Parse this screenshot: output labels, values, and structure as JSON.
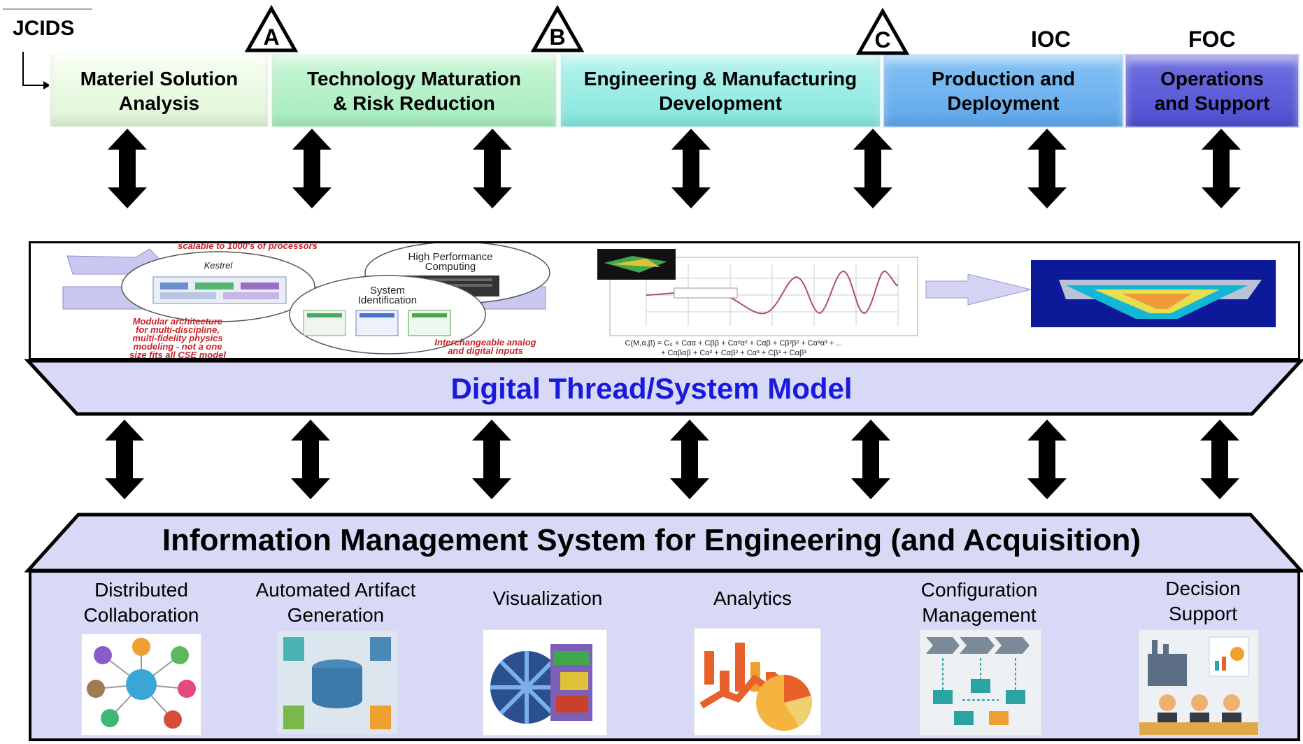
{
  "jcids": {
    "label": "JCIDS"
  },
  "phases": [
    {
      "id": "msa",
      "label": "Materiel Solution\nAnalysis"
    },
    {
      "id": "tmrr",
      "label": "Technology Maturation\n& Risk Reduction"
    },
    {
      "id": "emd",
      "label": "Engineering & Manufacturing\nDevelopment"
    },
    {
      "id": "pd",
      "label": "Production and\nDeployment"
    },
    {
      "id": "os",
      "label": "Operations\nand Support"
    }
  ],
  "milestones": {
    "a": "A",
    "b": "B",
    "c": "C",
    "ioc": "IOC",
    "foc": "FOC"
  },
  "model_panel": {
    "caption_top": "scalable to 1000's of processors",
    "kestrel": "Kestrel",
    "hpc": "High Performance\nComputing",
    "sysid": "System\nIdentification",
    "modular_note": "Modular architecture\nfor multi-discipline,\nmulti-fidelity physics\nmodeling - not a one\nsize fits all CSE model",
    "interchangeable_note": "Interchangeable analog\nand digital inputs",
    "equation_line1": "C(M,α,β) = C₀ + Cαα + Cββ + Cα²α² + Cαβ + Cβ²β² + Cα³α³ + ...",
    "equation_line2": "+ Cαβαβ + Cα² + Cαβ² + Cα³ + Cβ³ + Cαβ³"
  },
  "thread": {
    "title": "Digital Thread/System Model"
  },
  "ims": {
    "title": "Information Management System for Engineering (and Acquisition)",
    "capabilities": [
      {
        "label": "Distributed\nCollaboration",
        "icon": "collaboration-network-icon"
      },
      {
        "label": "Automated Artifact\nGeneration",
        "icon": "database-artifacts-icon"
      },
      {
        "label": "Visualization",
        "icon": "engine-3d-model-icon"
      },
      {
        "label": "Analytics",
        "icon": "bar-pie-chart-icon"
      },
      {
        "label": "Configuration\nManagement",
        "icon": "process-flow-icon"
      },
      {
        "label": "Decision\nSupport",
        "icon": "meeting-factory-icon"
      }
    ]
  },
  "colors": {
    "thread_title": "#1a1adc",
    "thread_band": "#d7d9f6",
    "ims_box": "#d7d9f6",
    "phase_msa": "#e6f8df",
    "phase_tmrr": "#aeeec4",
    "phase_emd": "#8fe9df",
    "phase_pd": "#6cb3ef",
    "phase_os": "#5a5ad8"
  }
}
